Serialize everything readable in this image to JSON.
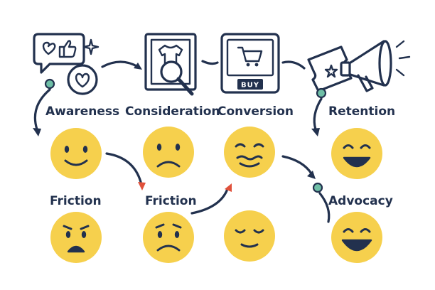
{
  "stages": {
    "awareness": "Awareness",
    "consideration": "Consideration",
    "conversion": "Conversion",
    "retention": "Retention",
    "friction_left": "Friction",
    "friction_mid": "Friction",
    "advocacy": "Advocacy"
  },
  "icons": {
    "awareness": "social-reactions-icon",
    "consideration": "product-search-icon",
    "conversion": "buy-screen-icon",
    "retention": "ticket-megaphone-icon"
  },
  "buy_label": "BUY",
  "colors": {
    "ink": "#22314e",
    "face": "#f6d04d",
    "node": "#6fbfa6",
    "accent": "#e0513b"
  }
}
